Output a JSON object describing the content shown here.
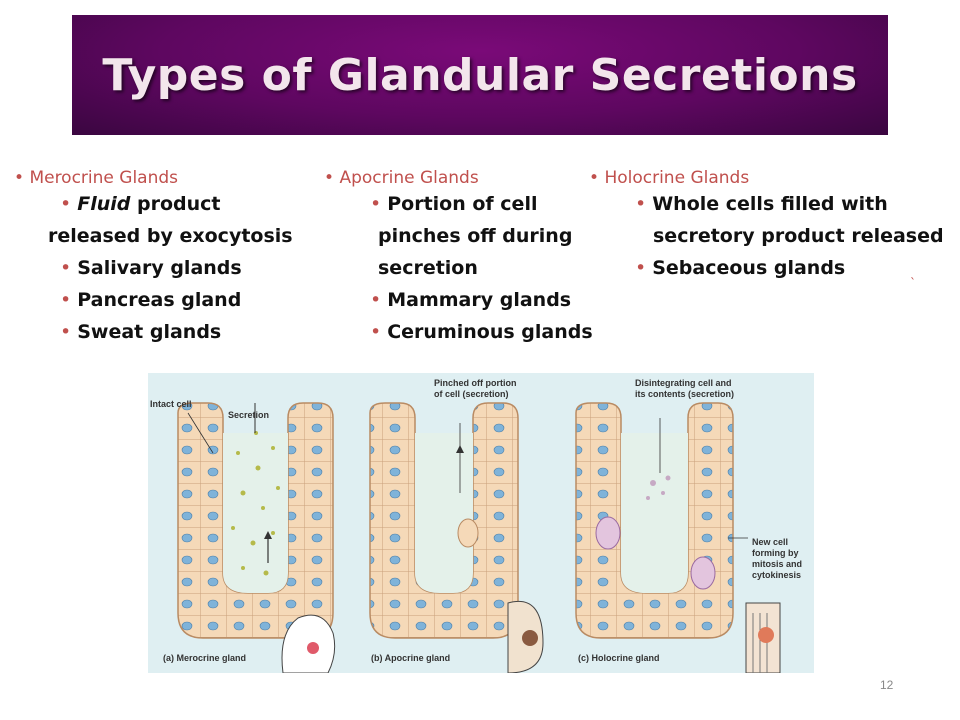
{
  "title": "Types of Glandular Secretions",
  "columns": [
    {
      "head": "Merocrine Glands",
      "items": [
        {
          "em": "Fluid",
          "rest": " product",
          "cont": "released by exocytosis"
        },
        {
          "text": "Salivary glands"
        },
        {
          "text": "Pancreas gland"
        },
        {
          "text": "Sweat glands"
        }
      ]
    },
    {
      "head": "Apocrine Glands",
      "items": [
        {
          "text": "Portion of cell",
          "cont1": "pinches off during",
          "cont2": "secretion"
        },
        {
          "text": "Mammary glands"
        },
        {
          "text": "Ceruminous glands"
        }
      ]
    },
    {
      "head": "Holocrine Glands",
      "items": [
        {
          "text": "Whole cells filled with",
          "cont": "secretory product released"
        },
        {
          "text": "Sebaceous glands"
        }
      ]
    }
  ],
  "stray_mark": "`",
  "figure": {
    "labels": {
      "intact_cell": "Intact cell",
      "secretion": "Secretion",
      "pinched": "Pinched off portion of cell (secretion)",
      "disintegrating": "Disintegrating cell and its contents (secretion)",
      "new_cell": "New cell forming by mitosis and cytokinesis"
    },
    "panels": [
      "(a) Merocrine gland",
      "(b) Apocrine gland",
      "(c) Holocrine gland"
    ]
  },
  "page_number": "12",
  "colors": {
    "banner": "#5e0760",
    "bullet": "#c0504d",
    "figure_bg": "#dfeff2",
    "cell": "#f5d9b8",
    "nucleus": "#7fb3d9"
  }
}
